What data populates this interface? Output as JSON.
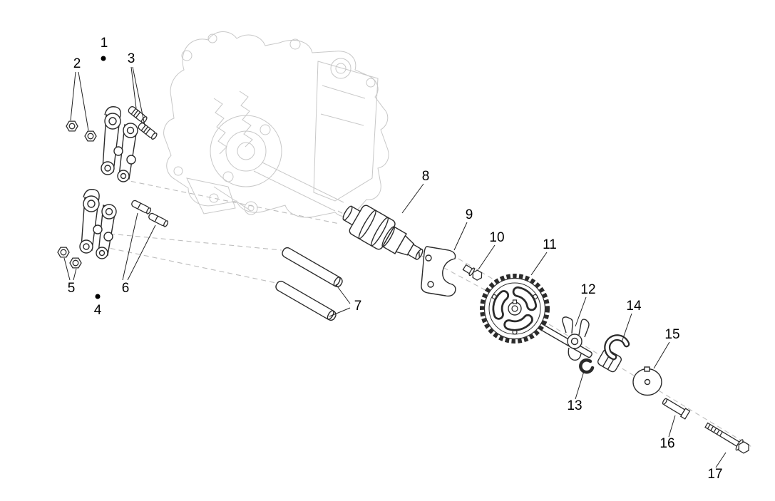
{
  "diagram": {
    "kind": "exploded-parts-diagram",
    "colors": {
      "background": "#ffffff",
      "part_line": "#2b2b2b",
      "faint_line": "#c8c8c8",
      "phantom_line": "#bdbdbd",
      "leader_line": "#222222",
      "label_text": "#000000"
    },
    "assembly_markers": {
      "symbol": "dot",
      "applies_to": [
        "1",
        "4"
      ]
    },
    "callouts": [
      {
        "label": "1"
      },
      {
        "label": "2"
      },
      {
        "label": "3"
      },
      {
        "label": "4"
      },
      {
        "label": "5"
      },
      {
        "label": "6"
      },
      {
        "label": "7"
      },
      {
        "label": "8"
      },
      {
        "label": "9"
      },
      {
        "label": "10"
      },
      {
        "label": "11"
      },
      {
        "label": "12"
      },
      {
        "label": "13"
      },
      {
        "label": "14"
      },
      {
        "label": "15"
      },
      {
        "label": "16"
      },
      {
        "label": "17"
      }
    ]
  }
}
